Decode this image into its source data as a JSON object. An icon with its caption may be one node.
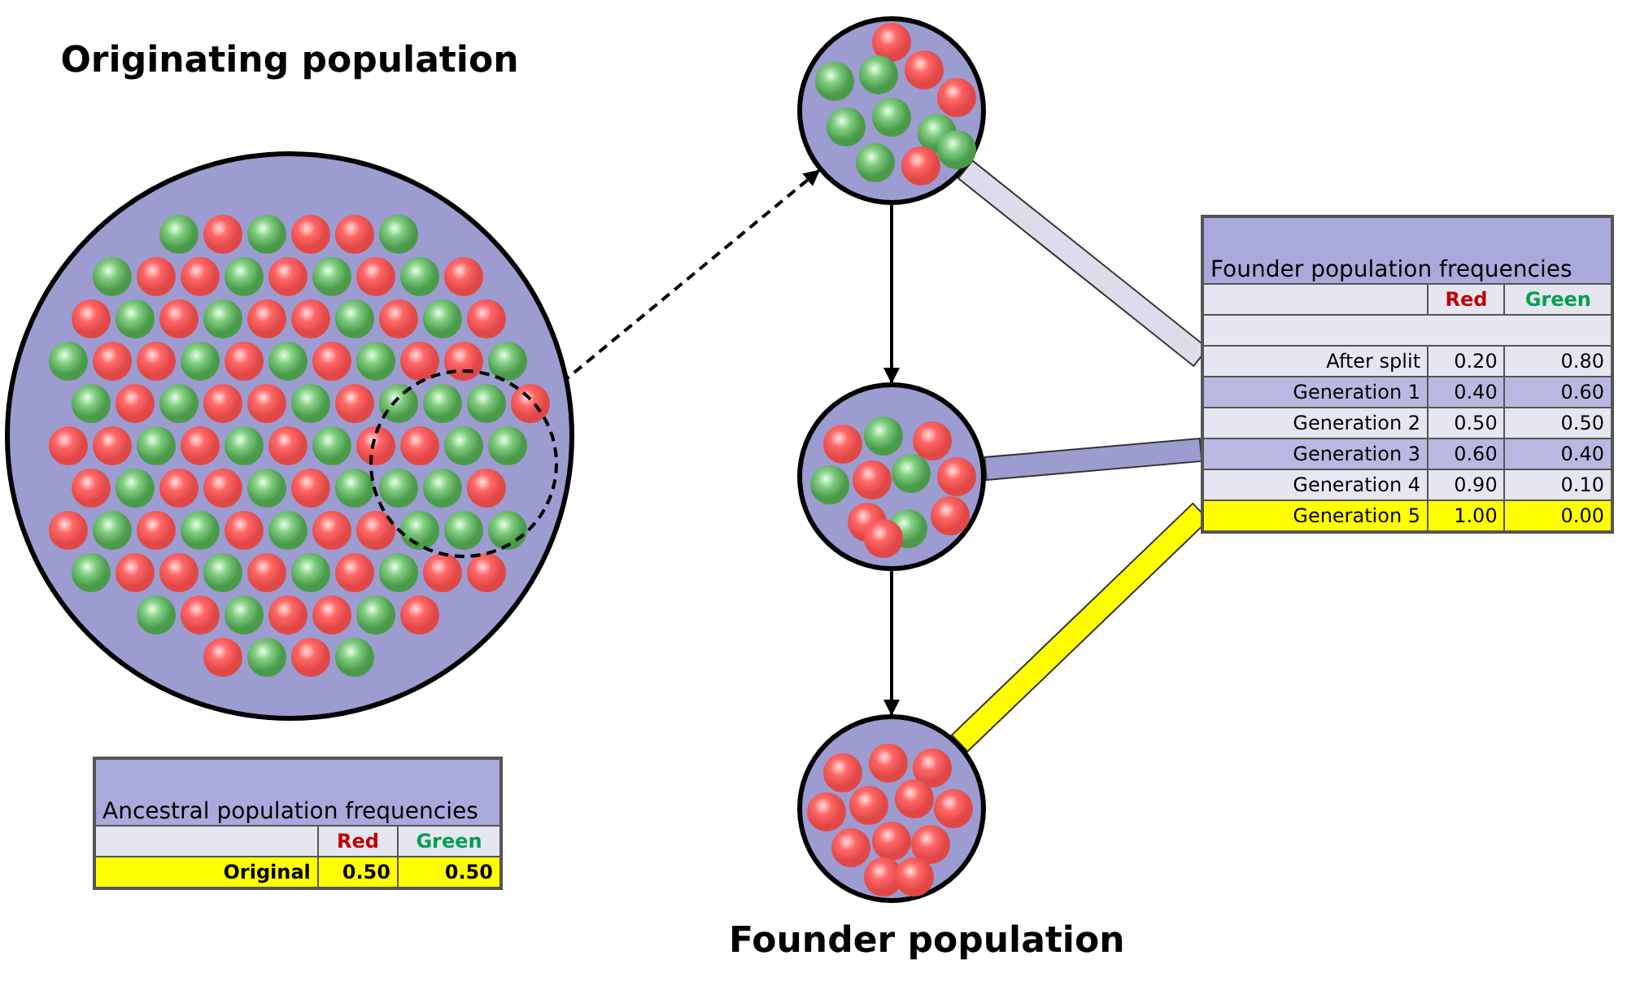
{
  "diagram": {
    "nodes": [
      {
        "text": [
          "Originating population"
        ]
      },
      {
        "text": [],
        "shape": "circle",
        "in": 0
      },
      {
        "text": [],
        "shape": "circle"
      },
      {
        "text": [],
        "shape": "circle"
      },
      {
        "text": [],
        "shape": "circle"
      },
      {
        "text": [
          "Founder population frequencies",
          "Red",
          "Green",
          "After split",
          "0.20",
          "0.80",
          "Generation 1",
          "0.40",
          "0.60",
          "Generation 2",
          "0.50",
          "0.50",
          "Generation 3",
          "0.60",
          "0.40",
          "Generation 4",
          "0.90",
          "0.10",
          "Generation 5",
          "1.00",
          "0.00"
        ]
      },
      {
        "text": [
          "Ancestral population frequencies",
          "Red",
          "Green",
          "Original",
          "0.50",
          "0.50"
        ]
      }
    ],
    "edges": [
      {
        "from": 1,
        "to": 2,
        "arrow": "to",
        "style": "dashed"
      },
      {
        "from": 2,
        "to": 3,
        "arrow": "to"
      },
      {
        "from": 3,
        "to": 4,
        "arrow": "to"
      },
      {
        "from": 2,
        "to": 5,
        "arrow": "none",
        "style": "thick",
        "color": "#dcdceb"
      },
      {
        "from": 3,
        "to": 5,
        "arrow": "none",
        "style": "thick",
        "color": "#9c9cd0"
      },
      {
        "from": 4,
        "to": 5,
        "arrow": "none",
        "style": "thick",
        "color": "#ffff00"
      }
    ],
    "labels": [
      "Founder population"
    ]
  }
}
